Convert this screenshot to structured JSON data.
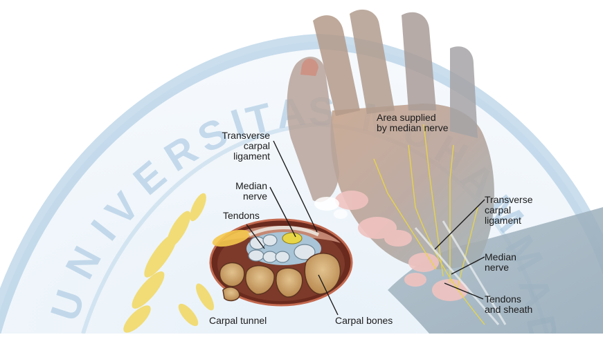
{
  "colors": {
    "watermark_blue": "#9fc2de",
    "watermark_yellow": "#f3d44a",
    "skin": "#c9a58c",
    "bone": "#c79a5e",
    "tendon": "#d9dde2",
    "nerve": "#e9d646",
    "label_text": "#1b1b1b"
  },
  "watermark": {
    "text": "UNIVERSITAS MUHAMMADIYAH"
  },
  "labels": {
    "area_supplied": "Area supplied\nby median nerve",
    "cs_ligament": "Transverse\ncarpal\nligament",
    "cs_nerve": "Median\nnerve",
    "cs_tendons": "Tendons",
    "carpal_tunnel": "Carpal tunnel",
    "carpal_bones": "Carpal bones",
    "hand_ligament": "Transverse\ncarpal\nligament",
    "hand_nerve": "Median\nnerve",
    "tendons_sheath": "Tendons\nand sheath"
  }
}
